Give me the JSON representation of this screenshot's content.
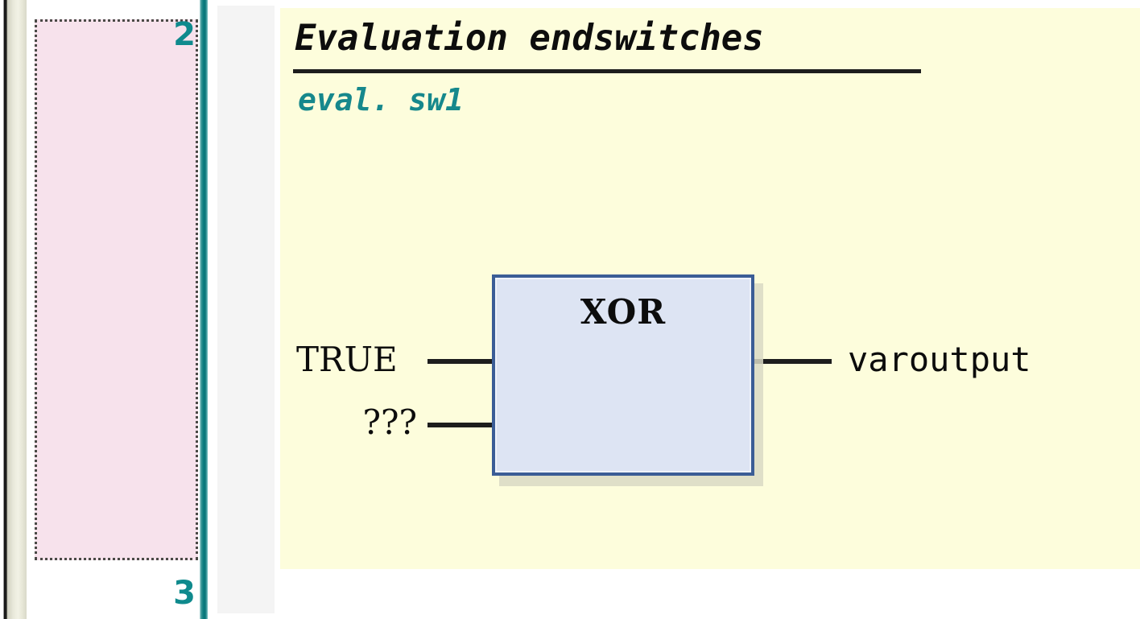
{
  "editor": {
    "line_numbers": [
      "2",
      "3"
    ],
    "selected_network_index": "2",
    "accent_teal": "#0f8a8d",
    "selection_fill": "#f7e2ec",
    "canvas_background": "#fdfddc"
  },
  "network": {
    "title": "Evaluation endswitches",
    "comment": "eval. sw1"
  },
  "block": {
    "name": "XOR",
    "fill_color": "#dde4f3",
    "border_color": "#3b5d96",
    "inputs": [
      {
        "label": "TRUE"
      },
      {
        "label": "???"
      }
    ],
    "outputs": [
      {
        "label": "varoutput"
      }
    ]
  }
}
